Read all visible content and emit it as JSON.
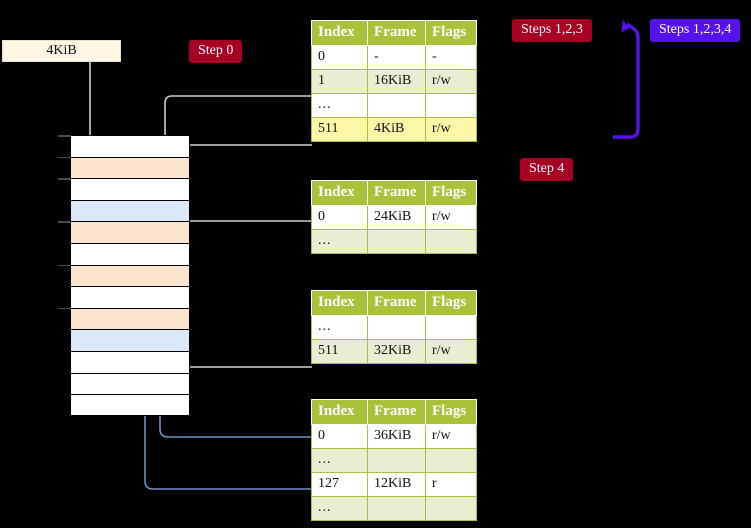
{
  "diagram": {
    "title_region": "page-table-walk",
    "top_box": {
      "label": "4KiB"
    },
    "badges": [
      {
        "name": "step-0",
        "text": "Step 0",
        "color": "#a80024",
        "style": "red"
      },
      {
        "name": "steps-123",
        "text": "Steps 1,2,3",
        "color": "#a80024",
        "style": "red"
      },
      {
        "name": "steps-1234",
        "text": "Steps 1,2,3,4",
        "color": "#5511ee",
        "style": "blue"
      },
      {
        "name": "step-4",
        "text": "Step 4",
        "color": "#a80024",
        "style": "red"
      }
    ],
    "memory": {
      "name": "physical-memory-column",
      "rows": [
        {
          "fill": "white"
        },
        {
          "fill": "orange"
        },
        {
          "fill": "white"
        },
        {
          "fill": "blue"
        },
        {
          "fill": "orange"
        },
        {
          "fill": "white"
        },
        {
          "fill": "orange"
        },
        {
          "fill": "white"
        },
        {
          "fill": "orange"
        },
        {
          "fill": "blue"
        },
        {
          "fill": "white"
        },
        {
          "fill": "white"
        },
        {
          "fill": "white"
        }
      ],
      "colors": {
        "orange": "#fde4cf",
        "blue": "#dbe8f7",
        "white": "#ffffff"
      }
    },
    "tables": [
      {
        "name": "page-table-level-4",
        "headers": [
          "Index",
          "Frame",
          "Flags"
        ],
        "rows": [
          {
            "cells": [
              "0",
              "-",
              "-"
            ],
            "shade": "white",
            "highlight": false
          },
          {
            "cells": [
              "1",
              "16KiB",
              "r/w"
            ],
            "shade": "tint",
            "highlight": false
          },
          {
            "cells": [
              "...",
              "",
              ""
            ],
            "shade": "white",
            "highlight": false
          },
          {
            "cells": [
              "511",
              "4KiB",
              "r/w"
            ],
            "shade": "tint",
            "highlight": true
          }
        ]
      },
      {
        "name": "page-table-level-3",
        "headers": [
          "Index",
          "Frame",
          "Flags"
        ],
        "rows": [
          {
            "cells": [
              "0",
              "24KiB",
              "r/w"
            ],
            "shade": "white",
            "highlight": false
          },
          {
            "cells": [
              "...",
              "",
              ""
            ],
            "shade": "tint",
            "highlight": false
          }
        ]
      },
      {
        "name": "page-table-level-2",
        "headers": [
          "Index",
          "Frame",
          "Flags"
        ],
        "rows": [
          {
            "cells": [
              "...",
              "",
              ""
            ],
            "shade": "white",
            "highlight": false
          },
          {
            "cells": [
              "511",
              "32KiB",
              "r/w"
            ],
            "shade": "tint",
            "highlight": false
          }
        ]
      },
      {
        "name": "page-table-level-1",
        "headers": [
          "Index",
          "Frame",
          "Flags"
        ],
        "rows": [
          {
            "cells": [
              "0",
              "36KiB",
              "r/w"
            ],
            "shade": "white",
            "highlight": false
          },
          {
            "cells": [
              "...",
              "",
              ""
            ],
            "shade": "tint",
            "highlight": false
          },
          {
            "cells": [
              "127",
              "12KiB",
              "r"
            ],
            "shade": "white",
            "highlight": false
          },
          {
            "cells": [
              "...",
              "",
              ""
            ],
            "shade": "tint",
            "highlight": false
          }
        ]
      }
    ],
    "wire_colors": {
      "gray": "#b9b9b9",
      "blue": "#6b93c4",
      "purple": "#5511ee"
    }
  }
}
